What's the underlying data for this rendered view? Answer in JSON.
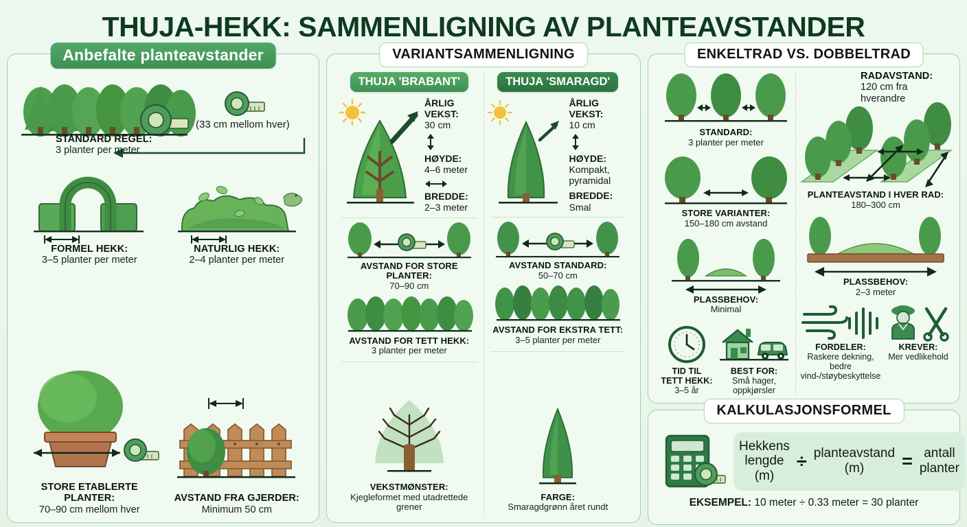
{
  "title": "THUJA-HEKK: SAMMENLIGNING AV PLANTEAVSTANDER",
  "colors": {
    "page_bg": "#e9f5ea",
    "panel_bg": "#f0faf1",
    "panel_border": "#9fcfab",
    "header_green": "#3d8f53",
    "brabant_badge": "#4a9e5f",
    "smaragd_badge": "#2f7a45",
    "title_color": "#0f3a22",
    "formula_box_bg": "#d8eedd"
  },
  "panel_left": {
    "header": "Anbefalte planteavstander",
    "standard": {
      "note": "(33 cm mellom hver)",
      "key": "STANDARD REGEL:",
      "value": "3 planter per meter"
    },
    "formel": {
      "key": "FORMEL HEKK:",
      "value": "3–5 planter per meter"
    },
    "naturlig": {
      "key": "NATURLIG HEKK:",
      "value": "2–4 planter per meter"
    },
    "store": {
      "key": "STORE ETABLERTE PLANTER:",
      "value": "70–90 cm mellom hver"
    },
    "gjerde": {
      "key": "AVSTAND FRA GJERDER:",
      "value": "Minimum 50 cm"
    }
  },
  "panel_mid": {
    "header": "VARIANTSAMMENLIGNING",
    "brabant": {
      "badge": "THUJA 'BRABANT'",
      "vekst_key": "ÅRLIG VEKST:",
      "vekst_val": "30 cm",
      "hoyde_key": "HØYDE:",
      "hoyde_val": "4–6 meter",
      "bredde_key": "BREDDE:",
      "bredde_val": "2–3 meter",
      "avstand_key": "AVSTAND FOR STORE PLANTER:",
      "avstand_val": "70–90 cm",
      "tett_key": "AVSTAND FOR TETT HEKK:",
      "tett_val": "3 planter per meter",
      "bottom_key": "VEKSTMØNSTER:",
      "bottom_val": "Kjegleformet med utadrettede grener"
    },
    "smaragd": {
      "badge": "THUJA 'SMARAGD'",
      "vekst_key": "ÅRLIG VEKST:",
      "vekst_val": "10 cm",
      "hoyde_key": "HØYDE:",
      "hoyde_val": "Kompakt, pyramidal",
      "bredde_key": "BREDDE:",
      "bredde_val": "Smal",
      "avstand_key": "AVSTAND STANDARD:",
      "avstand_val": "50–70 cm",
      "tett_key": "AVSTAND FOR EKSTRA TETT:",
      "tett_val": "3–5 planter per meter",
      "bottom_key": "FARGE:",
      "bottom_val": "Smaragdgrønn året rundt"
    }
  },
  "panel_right": {
    "header": "ENKELTRAD VS. DOBBELTRAD",
    "single": {
      "standard_key": "STANDARD:",
      "standard_val": "3 planter per meter",
      "store_key": "STORE VARIANTER:",
      "store_val": "150–180 cm avstand",
      "plass_key": "PLASSBEHOV:",
      "plass_val": "Minimal",
      "icons": [
        {
          "name": "clock-icon",
          "key": "TID TIL TETT HEKK:",
          "val": "3–5 år"
        },
        {
          "name": "house-car-icon",
          "key": "BEST FOR:",
          "val": "Små hager, oppkjørsler"
        }
      ]
    },
    "double": {
      "rad_key": "RADAVSTAND:",
      "rad_val": "120 cm fra hverandre",
      "plant_key": "PLANTEAVSTAND I HVER RAD:",
      "plant_val": "180–300 cm",
      "plass_key": "PLASSBEHOV:",
      "plass_val": "2–3 meter",
      "icons": [
        {
          "name": "wind-shield-icon",
          "key": "FORDELER:",
          "val": "Raskere dekning, bedre vind-/støybeskyttelse"
        },
        {
          "name": "gardener-shears-icon",
          "key": "KREVER:",
          "val": "Mer vedlikehold"
        }
      ]
    }
  },
  "panel_formula": {
    "header": "KALKULASJONSFORMEL",
    "term1": "Hekkens lengde (m)",
    "op1": "÷",
    "term2": "planteavstand (m)",
    "op2": "=",
    "term3": "antall planter",
    "example_label": "EKSEMPEL:",
    "example_text": "10 meter ÷ 0.33 meter = 30 planter"
  }
}
